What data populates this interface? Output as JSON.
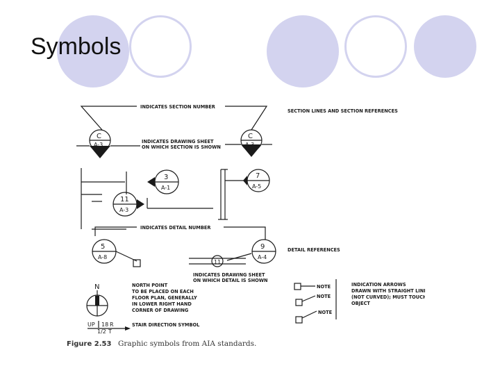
{
  "slide": {
    "title": "Symbols"
  },
  "colors": {
    "decor": "#d3d3ef",
    "ink": "#1a1a1a"
  },
  "figure": {
    "labels": {
      "section_number": "INDICATES SECTION NUMBER",
      "section_sheet_1": "INDICATES DRAWING SHEET",
      "section_sheet_2": "ON WHICH SECTION IS SHOWN",
      "section_refs": "SECTION LINES AND SECTION REFERENCES",
      "detail_number": "INDICATES DETAIL NUMBER",
      "detail_sheet_1": "INDICATES DRAWING SHEET",
      "detail_sheet_2": "ON WHICH DETAIL IS SHOWN",
      "detail_refs": "DETAIL REFERENCES",
      "north_1": "NORTH POINT",
      "north_2": "TO BE PLACED ON EACH",
      "north_3": "FLOOR PLAN, GENERALLY",
      "north_4": "IN LOWER RIGHT HAND",
      "north_5": "CORNER OF DRAWING",
      "stair": "STAIR DIRECTION SYMBOL",
      "arrows_1": "INDICATION ARROWS",
      "arrows_2": "DRAWN WITH STRAIGHT LINES",
      "arrows_3": "(NOT CURVED); MUST TOUCH",
      "arrows_4": "OBJECT",
      "note_1": "NOTE",
      "note_2": "NOTE",
      "note_3": "NOTE"
    },
    "handwritten": {
      "sec_left_top": "C",
      "sec_left_bot": "A-3",
      "sec_right_top": "C",
      "sec_right_bot": "A-3",
      "mid_top": "3",
      "mid_bot": "A-1",
      "right_top": "7",
      "right_bot": "A-5",
      "low_top": "11",
      "low_bot": "A-3",
      "det_left_top": "5",
      "det_left_bot": "A-8",
      "det_right_top": "9",
      "det_right_bot": "A-4",
      "det_mid": "11",
      "north": "N",
      "stair_up": "UP",
      "stair_count": "18",
      "stair_r": "R",
      "stair_frac": "1/2",
      "stair_t": "T"
    },
    "caption": {
      "number": "Figure 2.53",
      "text": "Graphic symbols from AIA standards."
    }
  }
}
